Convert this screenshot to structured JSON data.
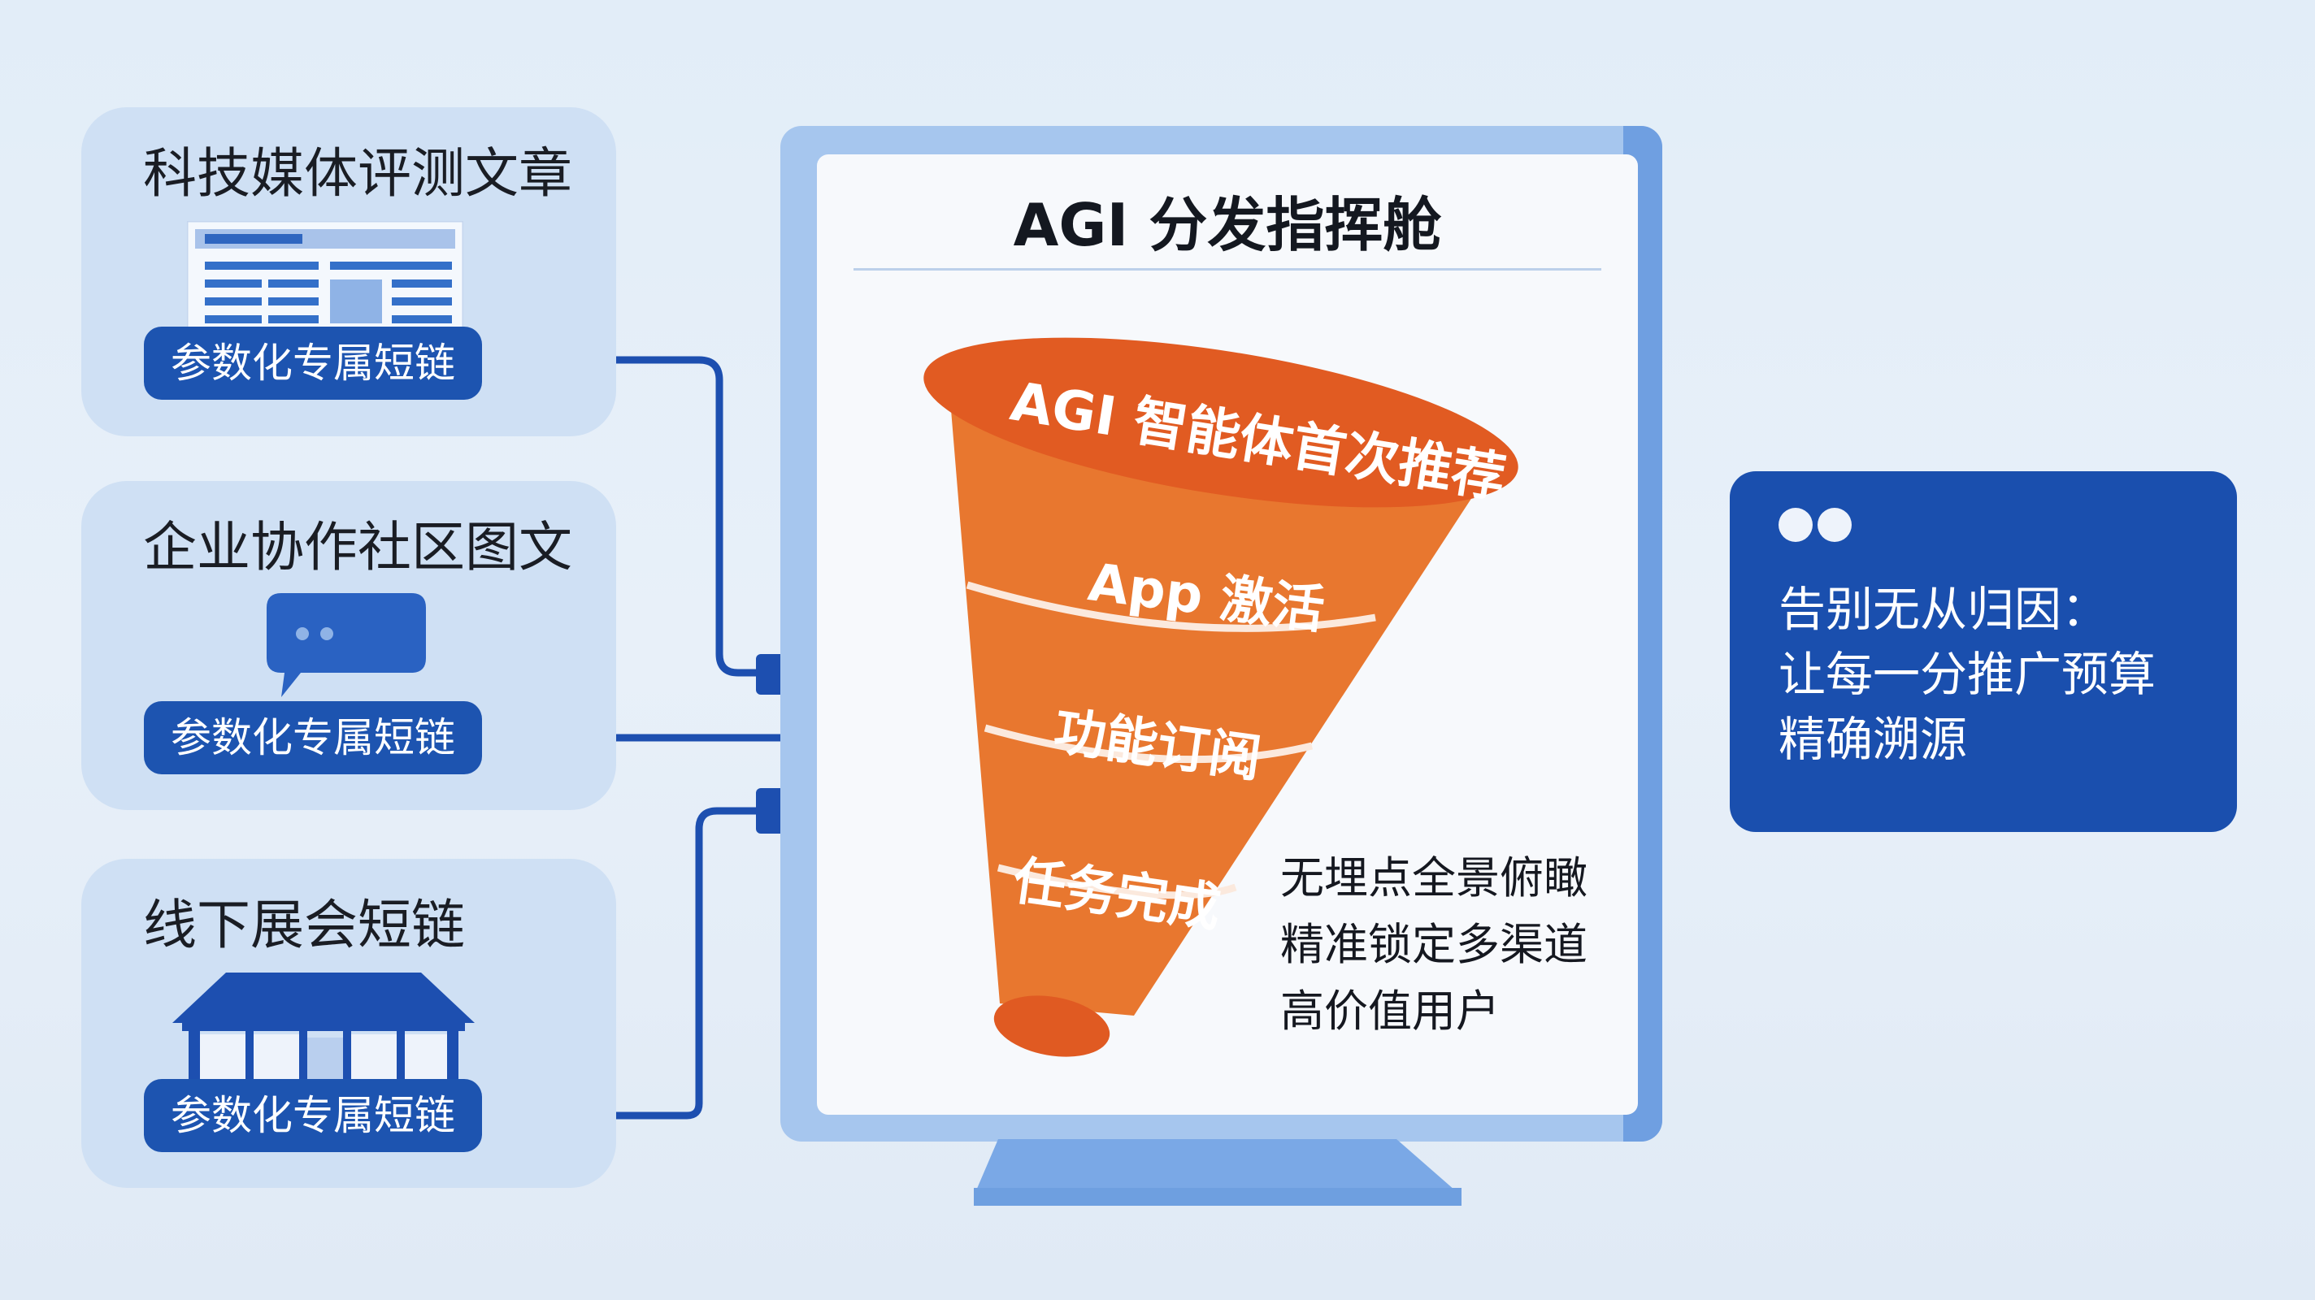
{
  "sources": [
    {
      "title": "科技媒体评测文章",
      "icon": "article-icon",
      "pill": "参数化专属短链"
    },
    {
      "title": "企业协作社区图文",
      "icon": "chat-bubble-icon",
      "pill": "参数化专属短链"
    },
    {
      "title": "线下展会短链",
      "icon": "exhibition-hall-icon",
      "pill": "参数化专属短链"
    }
  ],
  "dashboard": {
    "title": "AGI 分发指挥舱",
    "funnel_stages": [
      "AGI 智能体首次推荐",
      "App 激活",
      "功能订阅",
      "任务完成"
    ],
    "note_lines": [
      "无埋点全景俯瞰",
      "精准锁定多渠道",
      "高价值用户"
    ]
  },
  "message": {
    "lines": [
      "告别无从归因：",
      "让每一分推广预算",
      "精确溯源"
    ]
  },
  "colors": {
    "navy": "#1d54b0",
    "card": "#cfe0f4",
    "funnel_orange": "#e8732f",
    "funnel_dark": "#e05a22",
    "monitor": "#a6c6ee"
  }
}
